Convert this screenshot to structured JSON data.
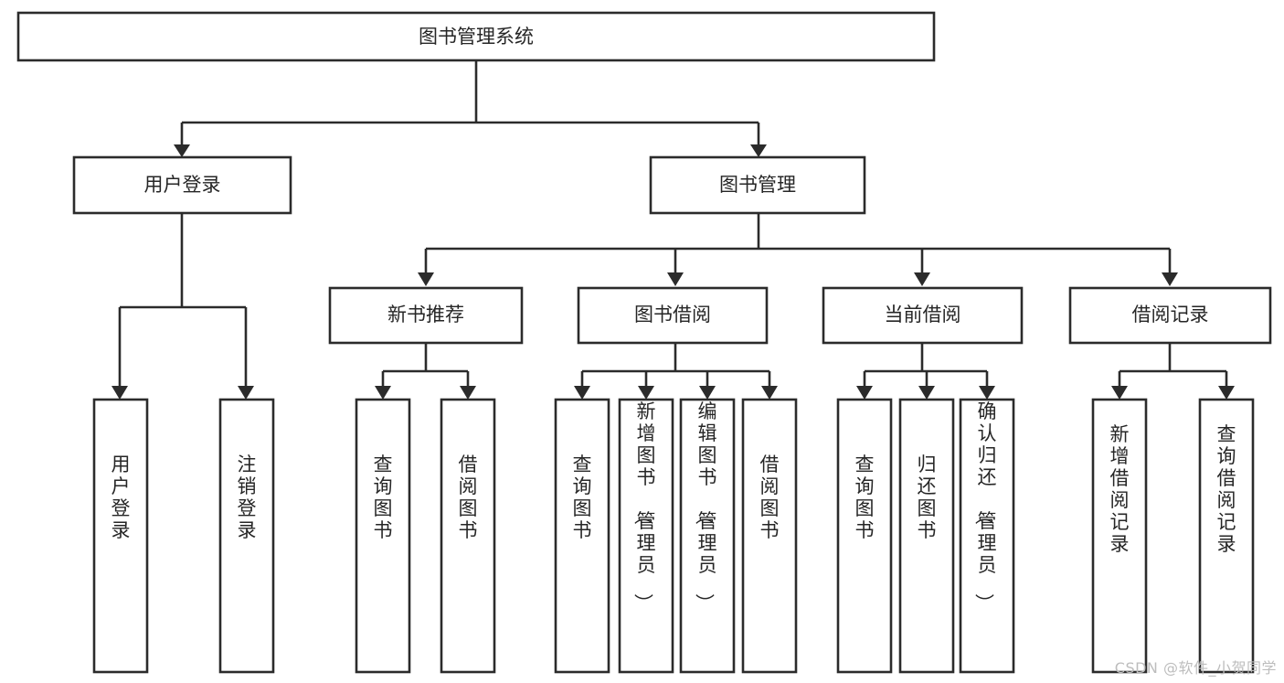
{
  "diagram": {
    "title": "图书管理系统",
    "type": "functional-decomposition-tree",
    "watermark": "CSDN @软件_小贺同学",
    "colors": {
      "stroke": "#2b2b2b",
      "box_fill": "#ffffff",
      "text": "#262626",
      "background": "#ffffff",
      "watermark": "#bdbdbd"
    },
    "root": {
      "label": "图书管理系统"
    },
    "level2": [
      {
        "label": "用户登录"
      },
      {
        "label": "图书管理"
      }
    ],
    "level3": [
      {
        "label": "新书推荐"
      },
      {
        "label": "图书借阅"
      },
      {
        "label": "当前借阅"
      },
      {
        "label": "借阅记录"
      }
    ],
    "leaves": {
      "user_login": [
        {
          "label": "用户登录"
        },
        {
          "label": "注销登录"
        }
      ],
      "new_book_recommend": [
        {
          "label": "查询图书"
        },
        {
          "label": "借阅图书"
        }
      ],
      "book_borrow": [
        {
          "label": "查询图书"
        },
        {
          "label": "新增图书（管理员）"
        },
        {
          "label": "编辑图书（管理员）"
        },
        {
          "label": "借阅图书"
        }
      ],
      "current_borrow": [
        {
          "label": "查询图书"
        },
        {
          "label": "归还图书"
        },
        {
          "label": "确认归还（管理员）"
        }
      ],
      "borrow_record": [
        {
          "label": "新增借阅记录"
        },
        {
          "label": "查询借阅记录"
        }
      ]
    }
  }
}
